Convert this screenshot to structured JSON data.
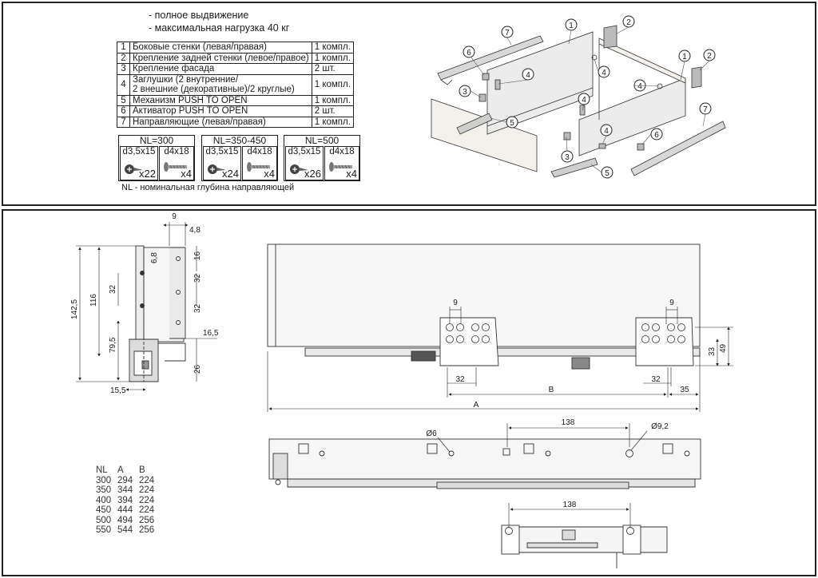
{
  "features": [
    "- полное выдвижение",
    "- максимальная нагрузка 40 кг"
  ],
  "parts": [
    {
      "num": "1",
      "name": "Боковые стенки (левая/правая)",
      "qty": "1 компл."
    },
    {
      "num": "2",
      "name": "Крепление задней стенки (левое/правое)",
      "qty": "1 компл."
    },
    {
      "num": "3",
      "name": "Крепление фасада",
      "qty": "2 шт."
    },
    {
      "num": "4",
      "name": "Заглушки (2 внутренние/",
      "name2": "2 внешние (декоративные)/2 круглые)",
      "qty": "1 компл."
    },
    {
      "num": "5",
      "name": "Механизм PUSH TO OPEN",
      "qty": "1 компл."
    },
    {
      "num": "6",
      "name": "Активатор PUSH TO OPEN",
      "qty": "2 шт."
    },
    {
      "num": "7",
      "name": "Направляющие (левая/правая)",
      "qty": "1 компл."
    }
  ],
  "kits": [
    {
      "title": "NL=300",
      "a_spec": "d3,5x15",
      "a_qty": "x22",
      "b_spec": "d4x18",
      "b_qty": "x4"
    },
    {
      "title": "NL=350-450",
      "a_spec": "d3,5x15",
      "a_qty": "x24",
      "b_spec": "d4x18",
      "b_qty": "x4"
    },
    {
      "title": "NL=500",
      "a_spec": "d3,5x15",
      "a_qty": "x26",
      "b_spec": "d4x18",
      "b_qty": "x4"
    }
  ],
  "note": "NL - номинальная глубина направляющей",
  "callouts": [
    "1",
    "2",
    "3",
    "4",
    "5",
    "6",
    "7"
  ],
  "dims": {
    "d9": "9",
    "d4_8": "4,8",
    "d6_8": "6,8",
    "d16": "16",
    "d32": "32",
    "d142_5": "142,5",
    "d116": "116",
    "d79_5": "79,5",
    "d16_5": "16,5",
    "d26": "26",
    "d15_5": "15,5",
    "d33": "33",
    "d49": "49",
    "dA": "A",
    "dB": "B",
    "d35": "35",
    "d138": "138",
    "dphi6": "Ø6",
    "dphi9_2": "Ø9,2"
  },
  "nl_table": {
    "headers": [
      "NL",
      "A",
      "B"
    ],
    "rows": [
      [
        "300",
        "294",
        "224"
      ],
      [
        "350",
        "344",
        "224"
      ],
      [
        "400",
        "394",
        "224"
      ],
      [
        "450",
        "444",
        "224"
      ],
      [
        "500",
        "494",
        "256"
      ],
      [
        "550",
        "544",
        "256"
      ]
    ]
  }
}
